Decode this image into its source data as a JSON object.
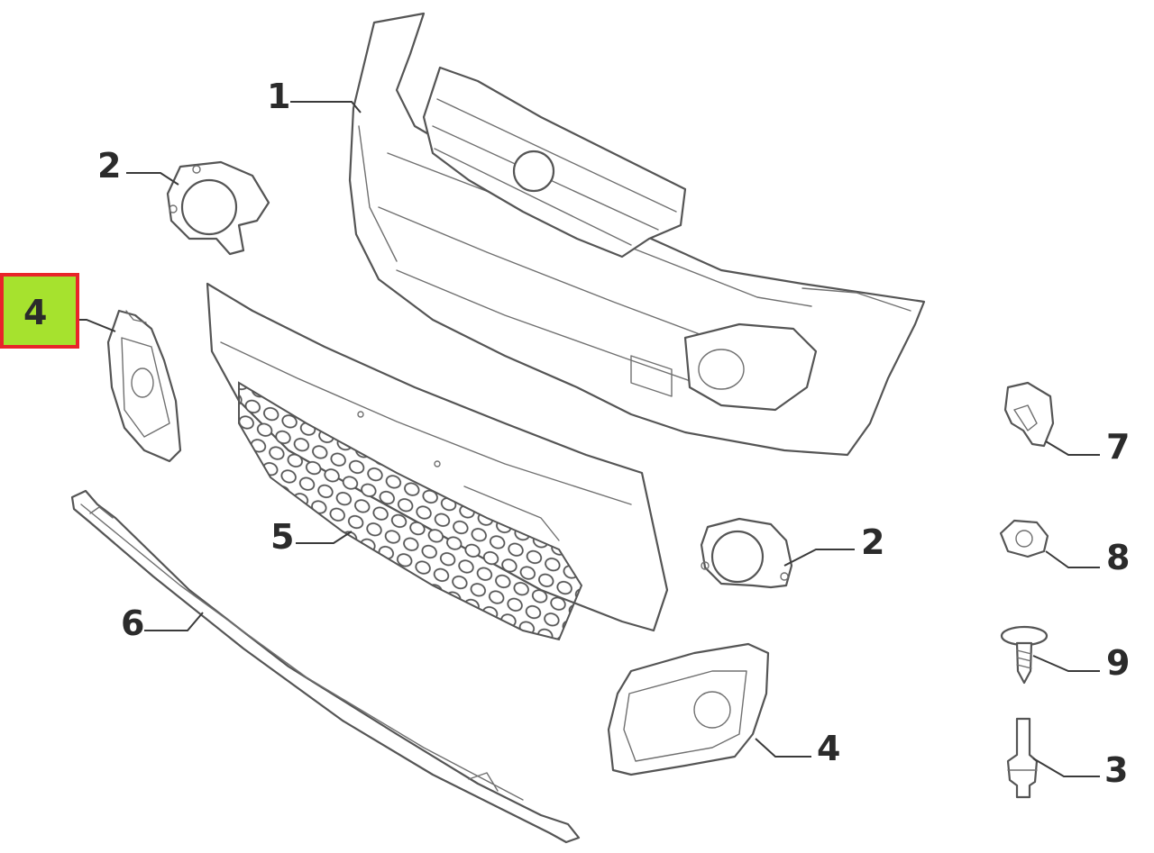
{
  "colors": {
    "highlight_fill": "#a6e22e",
    "highlight_border": "#e8242a",
    "line": "#555555"
  },
  "callouts": [
    {
      "id": "bumper",
      "number": "1"
    },
    {
      "id": "fog-lamp-left",
      "number": "2"
    },
    {
      "id": "fog-lamp-right",
      "number": "2"
    },
    {
      "id": "stud-pin",
      "number": "3"
    },
    {
      "id": "fog-frame-left",
      "number": "4",
      "highlighted": true
    },
    {
      "id": "fog-frame-right",
      "number": "4"
    },
    {
      "id": "lower-grille",
      "number": "5"
    },
    {
      "id": "lower-strip",
      "number": "6"
    },
    {
      "id": "clip",
      "number": "7"
    },
    {
      "id": "nut",
      "number": "8"
    },
    {
      "id": "screw",
      "number": "9"
    }
  ]
}
